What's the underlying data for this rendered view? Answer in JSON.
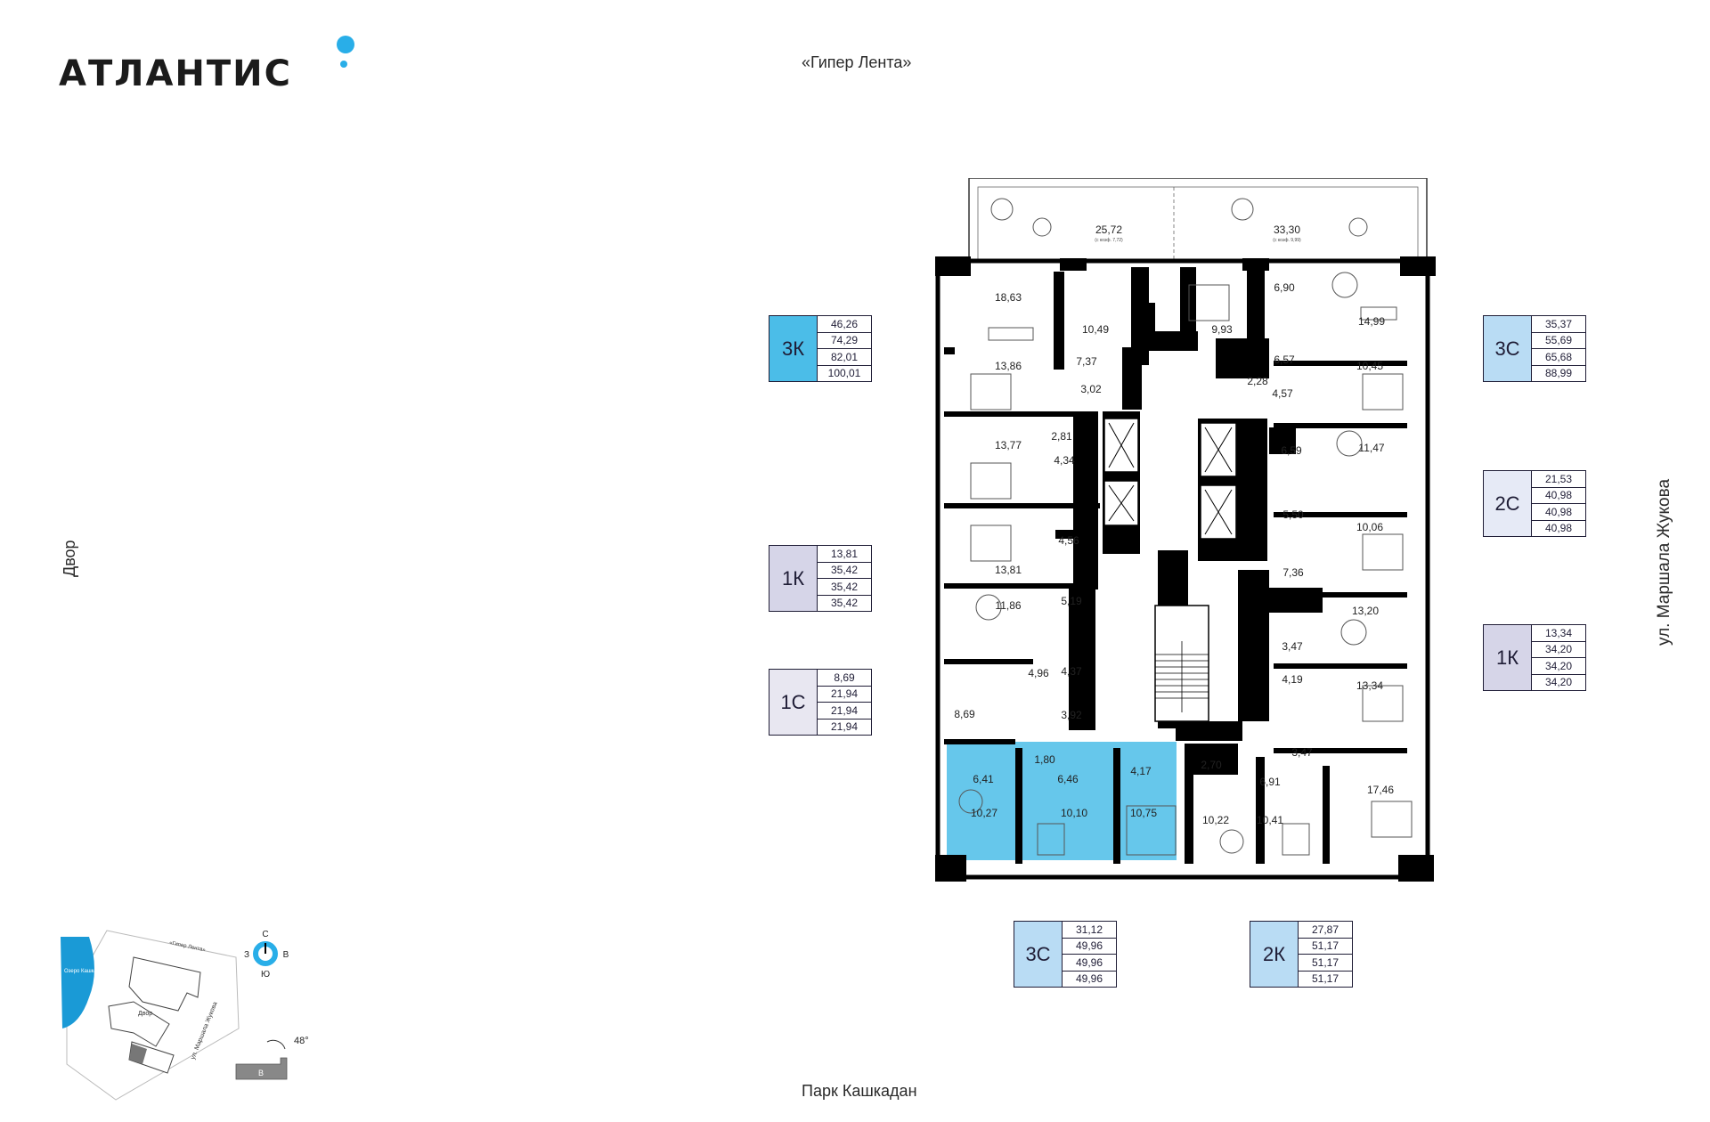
{
  "brand": {
    "logo_text": "АТЛАНТИС"
  },
  "landmarks": {
    "top": "«Гипер Лента»",
    "bottom": "Парк Кашкадан",
    "left": "Двор",
    "right": "ул. Маршала Жукова"
  },
  "units": [
    {
      "type": "3К",
      "areas": [
        "46,26",
        "74,29",
        "82,01",
        "100,01"
      ],
      "color": "#4bbde8"
    },
    {
      "type": "1К",
      "areas": [
        "13,81",
        "35,42",
        "35,42",
        "35,42"
      ],
      "color": "#d6d5e8"
    },
    {
      "type": "1С",
      "areas": [
        "8,69",
        "21,94",
        "21,94",
        "21,94"
      ],
      "color": "#e8e7f1"
    },
    {
      "type": "3С",
      "areas": [
        "35,37",
        "55,69",
        "65,68",
        "88,99"
      ],
      "color": "#b9dcf4"
    },
    {
      "type": "2С",
      "areas": [
        "21,53",
        "40,98",
        "40,98",
        "40,98"
      ],
      "color": "#e8e7f1"
    },
    {
      "type": "1К",
      "areas": [
        "13,34",
        "34,20",
        "34,20",
        "34,20"
      ],
      "color": "#d6d5e8"
    },
    {
      "type": "3С",
      "areas": [
        "31,12",
        "49,96",
        "49,96",
        "49,96"
      ],
      "color": "#b9dcf4"
    },
    {
      "type": "2К",
      "areas": [
        "27,87",
        "51,17",
        "51,17",
        "51,17"
      ],
      "color": "#b9dcf4"
    }
  ],
  "terraces": [
    {
      "area": "25,72",
      "note": "(с коэф. 7,72)"
    },
    {
      "area": "33,30",
      "note": "(с коэф. 9,99)"
    }
  ],
  "rooms": [
    "18,63",
    "10,49",
    "9,93",
    "6,90",
    "14,99",
    "13,86",
    "7,37",
    "3,02",
    "2,28",
    "6,57",
    "4,57",
    "10,45",
    "13,77",
    "2,81",
    "4,34",
    "6,59",
    "11,47",
    "5,50",
    "10,06",
    "4,56",
    "13,81",
    "7,36",
    "11,86",
    "5,19",
    "13,20",
    "3,47",
    "4,19",
    "13,34",
    "4,96",
    "4,37",
    "8,69",
    "3,92",
    "1,80",
    "6,41",
    "6,46",
    "4,17",
    "2,70",
    "3,47",
    "6,91",
    "17,46",
    "10,27",
    "10,10",
    "10,75",
    "10,22",
    "10,41"
  ],
  "compass": {
    "n": "С",
    "s": "Ю",
    "w": "З",
    "e": "В",
    "angle": "48°",
    "section": "В"
  },
  "minimap": {
    "lake": "Озеро Кашкадан",
    "top": "«Гипер Лента»",
    "yard": "Двор",
    "street": "ул. Маршала Жукова"
  }
}
